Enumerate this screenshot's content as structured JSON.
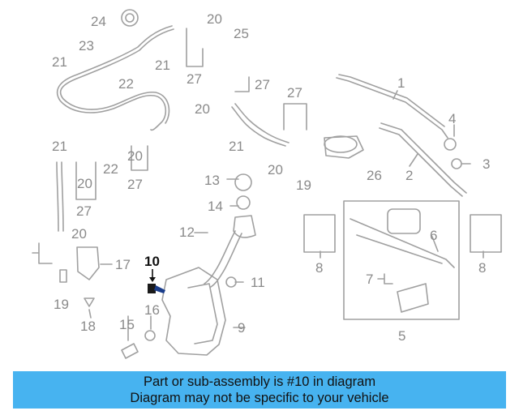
{
  "diagram": {
    "callouts": [
      "1",
      "2",
      "3",
      "4",
      "5",
      "6",
      "7",
      "8",
      "8",
      "9",
      "10",
      "11",
      "12",
      "13",
      "14",
      "15",
      "16",
      "17",
      "18",
      "19",
      "19",
      "20",
      "20",
      "20",
      "20",
      "20",
      "20",
      "21",
      "21",
      "21",
      "21",
      "22",
      "22",
      "23",
      "24",
      "25",
      "26",
      "27",
      "27",
      "27",
      "27",
      "27"
    ],
    "highlighted_callout": "10",
    "colors": {
      "line": "#9a9a9a",
      "highlight": "#111111",
      "banner": "#47b3f0"
    }
  },
  "banner": {
    "line1": "Part or sub-assembly is #10 in diagram",
    "line2": "Diagram may not be specific to your vehicle"
  }
}
